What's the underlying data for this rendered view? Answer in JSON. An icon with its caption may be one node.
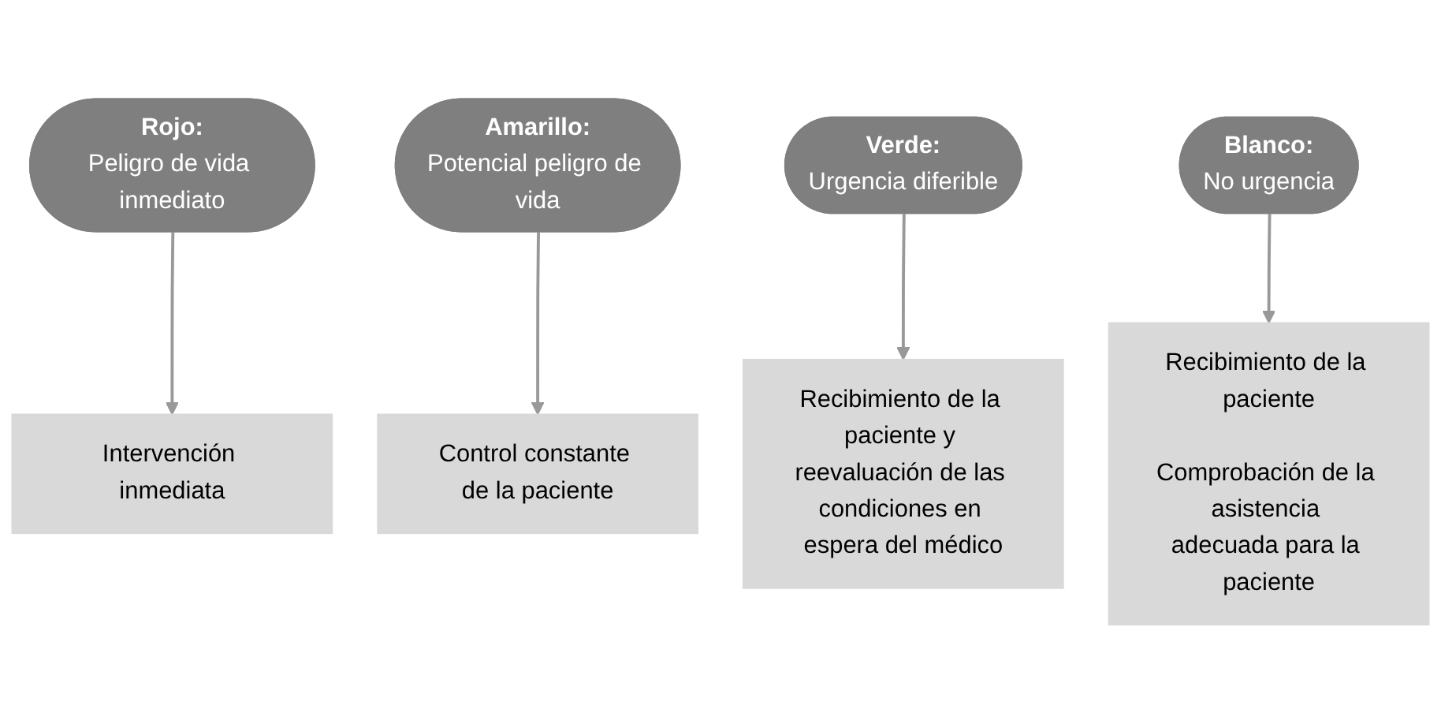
{
  "diagram": {
    "nodes": [
      {
        "text": [
          "Rojo:",
          "Peligro de vida inmediato"
        ]
      },
      {
        "text": [
          "Amarillo:",
          "Potencial peligro de vida"
        ]
      },
      {
        "text": [
          "Verde:",
          "Urgencia diferible"
        ]
      },
      {
        "text": [
          "Blanco:",
          "No urgencia"
        ]
      },
      {
        "text": [
          "Intervención inmediata"
        ]
      },
      {
        "text": [
          "Control constante de la paciente"
        ]
      },
      {
        "text": [
          "Recibimiento de la paciente y reevaluación de las condiciones en espera del médico"
        ]
      },
      {
        "text": [
          "Recibimiento de la paciente",
          "Comprobación de la asistencia adecuada para la paciente"
        ]
      }
    ],
    "edges": [
      {
        "from": 0,
        "to": 4,
        "arrow": "to"
      },
      {
        "from": 1,
        "to": 5,
        "arrow": "to"
      },
      {
        "from": 2,
        "to": 6,
        "arrow": "to"
      },
      {
        "from": 3,
        "to": 7,
        "arrow": "to"
      }
    ]
  }
}
